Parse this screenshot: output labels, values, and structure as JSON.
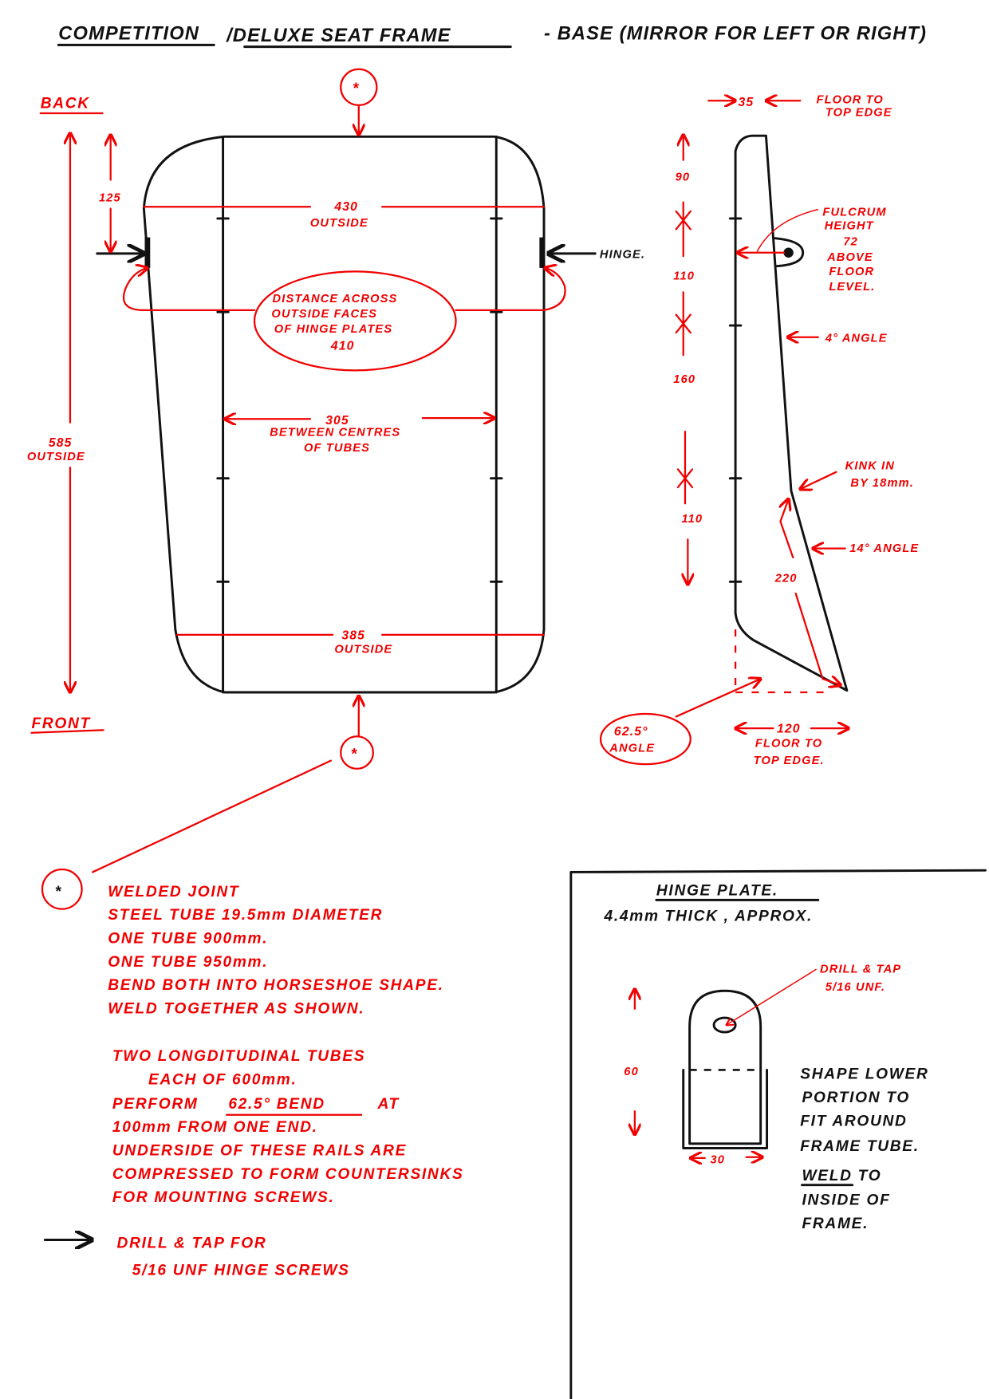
{
  "title": {
    "part1": "COMPETITION",
    "part2": "/DELUXE SEAT FRAME",
    "part3": "- BASE (MIRROR FOR LEFT OR RIGHT)"
  },
  "colors": {
    "ink": "#111111",
    "annotation": "#f00000",
    "paper": "#ffffff"
  },
  "plan_view": {
    "back_label": "BACK",
    "front_label": "FRONT",
    "weld_marker": "*",
    "hinge_label": "HINGE.",
    "dim_430": "430",
    "dim_430_note": "OUTSIDE",
    "hinge_distance_note": [
      "DISTANCE ACROSS",
      "OUTSIDE FACES",
      "OF HINGE PLATES",
      "410"
    ],
    "dim_305": "305",
    "dim_305_note": [
      "BETWEEN CENTRES",
      "OF TUBES"
    ],
    "dim_385": "385",
    "dim_385_note": "OUTSIDE",
    "dim_585": "585",
    "dim_585_note": "OUTSIDE",
    "dim_125": "125"
  },
  "side_view": {
    "top_dim": "35",
    "top_dim_note": [
      "FLOOR TO",
      "TOP EDGE"
    ],
    "segments": [
      "90",
      "110",
      "160",
      "110"
    ],
    "fulcrum_note": [
      "FULCRUM",
      "HEIGHT",
      "72",
      "ABOVE",
      "FLOOR",
      "LEVEL."
    ],
    "angle_4": "4° ANGLE",
    "kink_note": [
      "KINK IN",
      "BY 18mm."
    ],
    "angle_14": "14° ANGLE",
    "dim_220": "220",
    "bend_angle": [
      "62.5°",
      "ANGLE"
    ],
    "bottom_dim": "120",
    "bottom_dim_note": [
      "FLOOR TO",
      "TOP EDGE."
    ]
  },
  "notes": {
    "marker": "*",
    "weld_lines": [
      "WELDED JOINT",
      "STEEL TUBE 19.5mm DIAMETER",
      "ONE TUBE 900mm.",
      "ONE TUBE 950mm.",
      "BEND BOTH INTO HORSESHOE SHAPE.",
      "WELD TOGETHER AS SHOWN."
    ],
    "tube_lines": [
      "TWO LONGDITUDINAL TUBES",
      "EACH OF 600mm.",
      "PERFORM",
      "62.5° BEND",
      "AT",
      "100mm FROM ONE END.",
      "UNDERSIDE OF THESE RAILS ARE",
      "COMPRESSED TO FORM COUNTERSINKS",
      "FOR MOUNTING SCREWS."
    ],
    "drill_lines": [
      "DRILL & TAP FOR",
      "5/16 UNF HINGE SCREWS"
    ]
  },
  "hinge_plate": {
    "title": "HINGE PLATE.",
    "thickness": "4.4mm THICK , APPROX.",
    "drill_note": [
      "DRILL & TAP",
      "5/16 UNF."
    ],
    "height_dim": "60",
    "width_dim": "30",
    "shape_note": [
      "SHAPE LOWER",
      "PORTION TO",
      "FIT AROUND",
      "FRAME TUBE."
    ],
    "weld_note": [
      "WELD TO",
      "INSIDE OF",
      "FRAME."
    ]
  }
}
